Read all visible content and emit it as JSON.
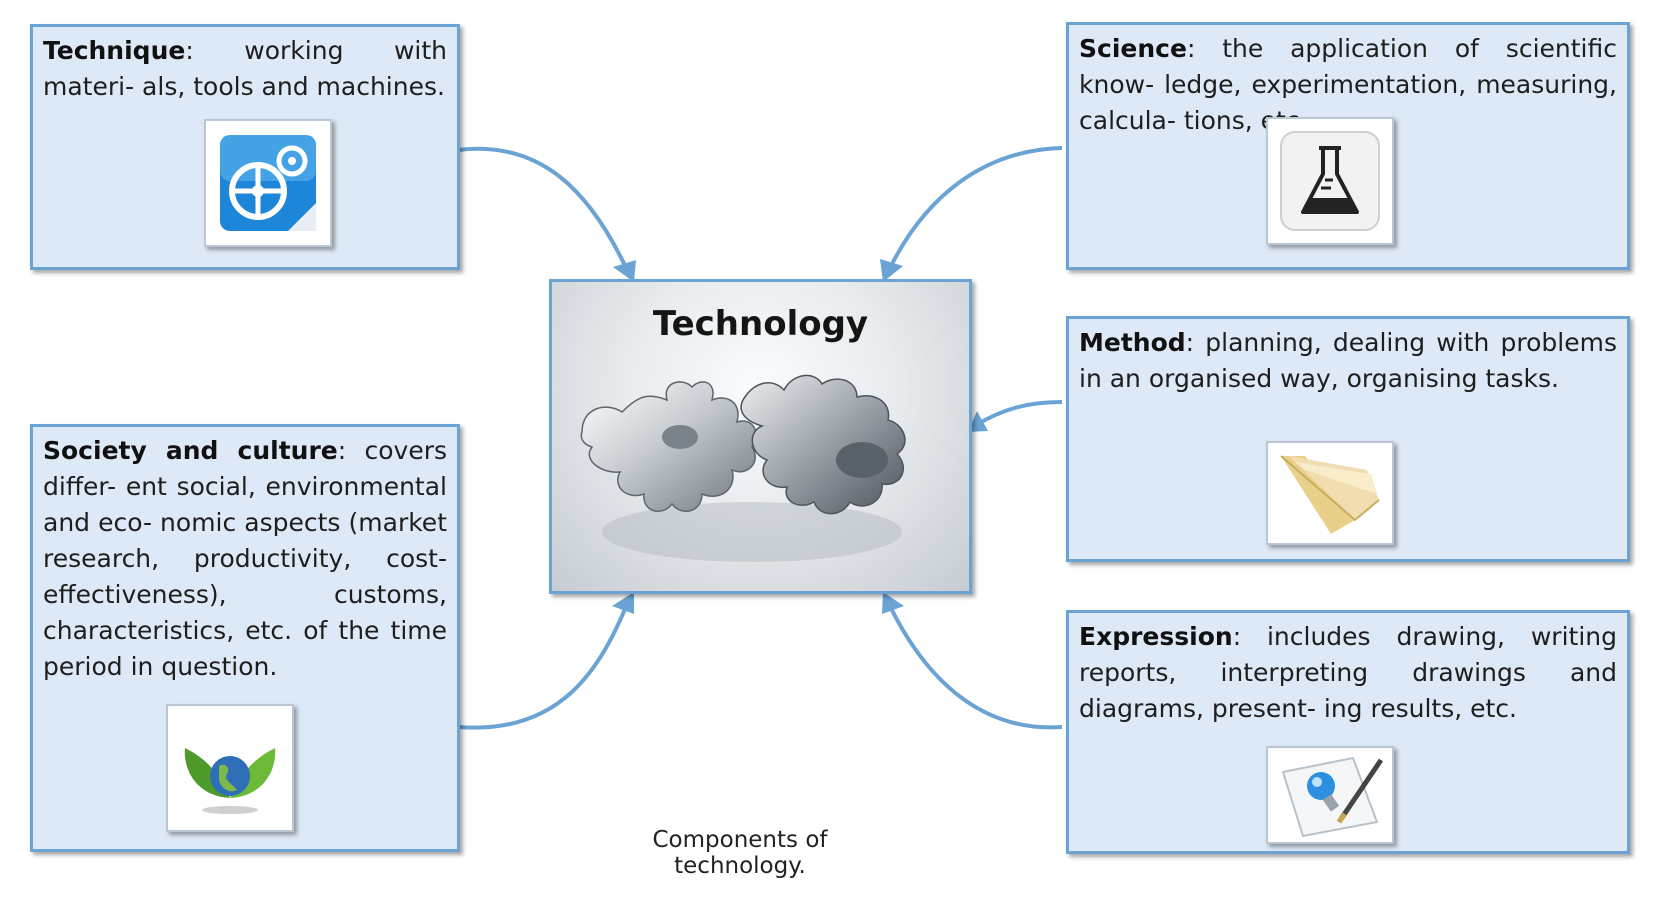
{
  "center": {
    "title": "Technology"
  },
  "caption": "Components of technology.",
  "components": [
    {
      "id": "technique",
      "term": "Technique",
      "description": ": working with materi- als, tools and machines.",
      "icon": "gears-icon"
    },
    {
      "id": "science",
      "term": "Science",
      "description": ": the application of scientific know- ledge, experimentation, measuring, calcula- tions, etc.",
      "icon": "flask-icon"
    },
    {
      "id": "method",
      "term": "Method",
      "description": ": planning, dealing with problems in an organised way, organising tasks.",
      "icon": "folder-icon"
    },
    {
      "id": "society",
      "term": "Society and culture",
      "description": ": covers differ- ent social, environmental and eco- nomic aspects (market research, productivity, cost-effectiveness), customs, characteristics, etc. of the time period in question.",
      "icon": "globe-leaves-icon"
    },
    {
      "id": "expression",
      "term": "Expression",
      "description": ": includes drawing, writing reports, interpreting drawings and diagrams, present- ing results, etc.",
      "icon": "lightbulb-pen-icon"
    }
  ],
  "colors": {
    "box_fill": "#dde9f7",
    "box_border": "#6aa3d4",
    "arrow": "#6aa3d4"
  }
}
